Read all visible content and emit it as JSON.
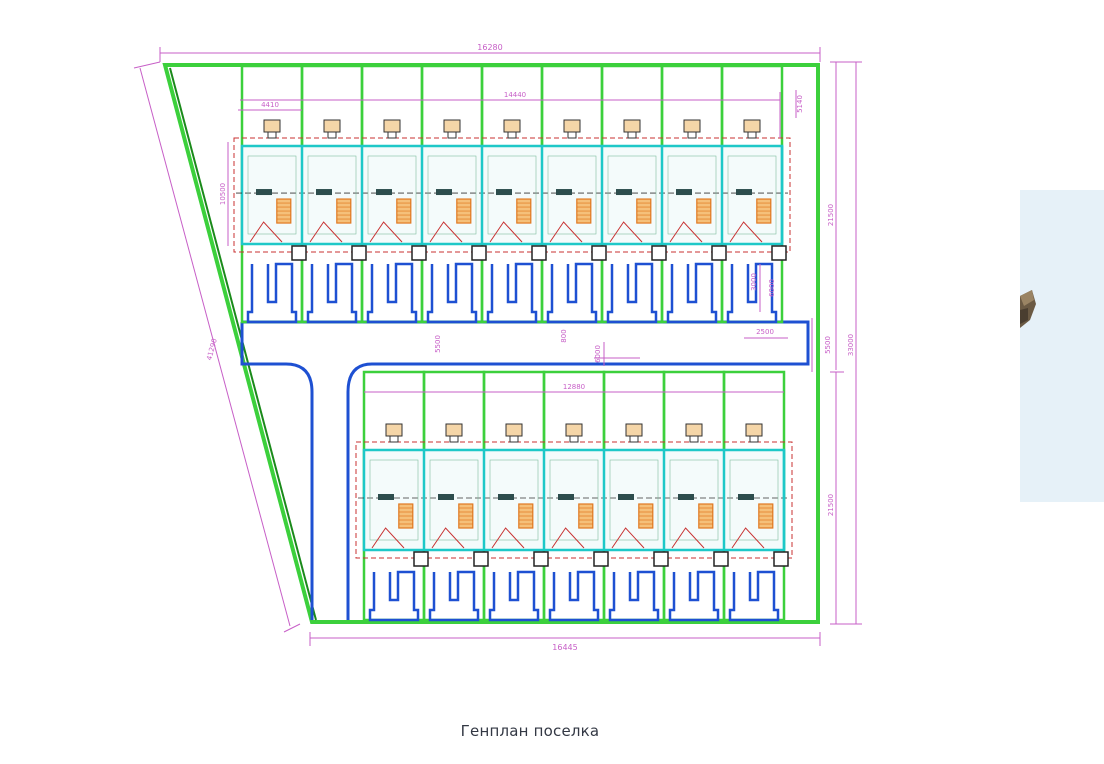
{
  "caption": "Генплан поселка",
  "dimensions": {
    "top_overall": "16280",
    "bottom_overall": "16445",
    "top_block_row": "14440",
    "lower_block_row": "12880",
    "unit_width": "4410",
    "unit_depth": "10500",
    "front_setback": "5140",
    "right_top_section": "21500",
    "right_overall": "33000",
    "right_middle": "5500",
    "right_bottom_section": "21500",
    "diagonal_side": "41290",
    "parking_depth": "6000",
    "parking_width": "2500",
    "driveway_offset": "3000",
    "road_width": "5500",
    "center_mark": "6000",
    "small_gap": "800"
  },
  "colors": {
    "plot_boundary": "#3cd03c",
    "building_outline": "#1ec8c8",
    "road": "#1e50d2",
    "dimension": "#c75fc7",
    "red_dashed": "#c83232",
    "stair": "#e07820",
    "side_panel": "#e6f1f8"
  }
}
